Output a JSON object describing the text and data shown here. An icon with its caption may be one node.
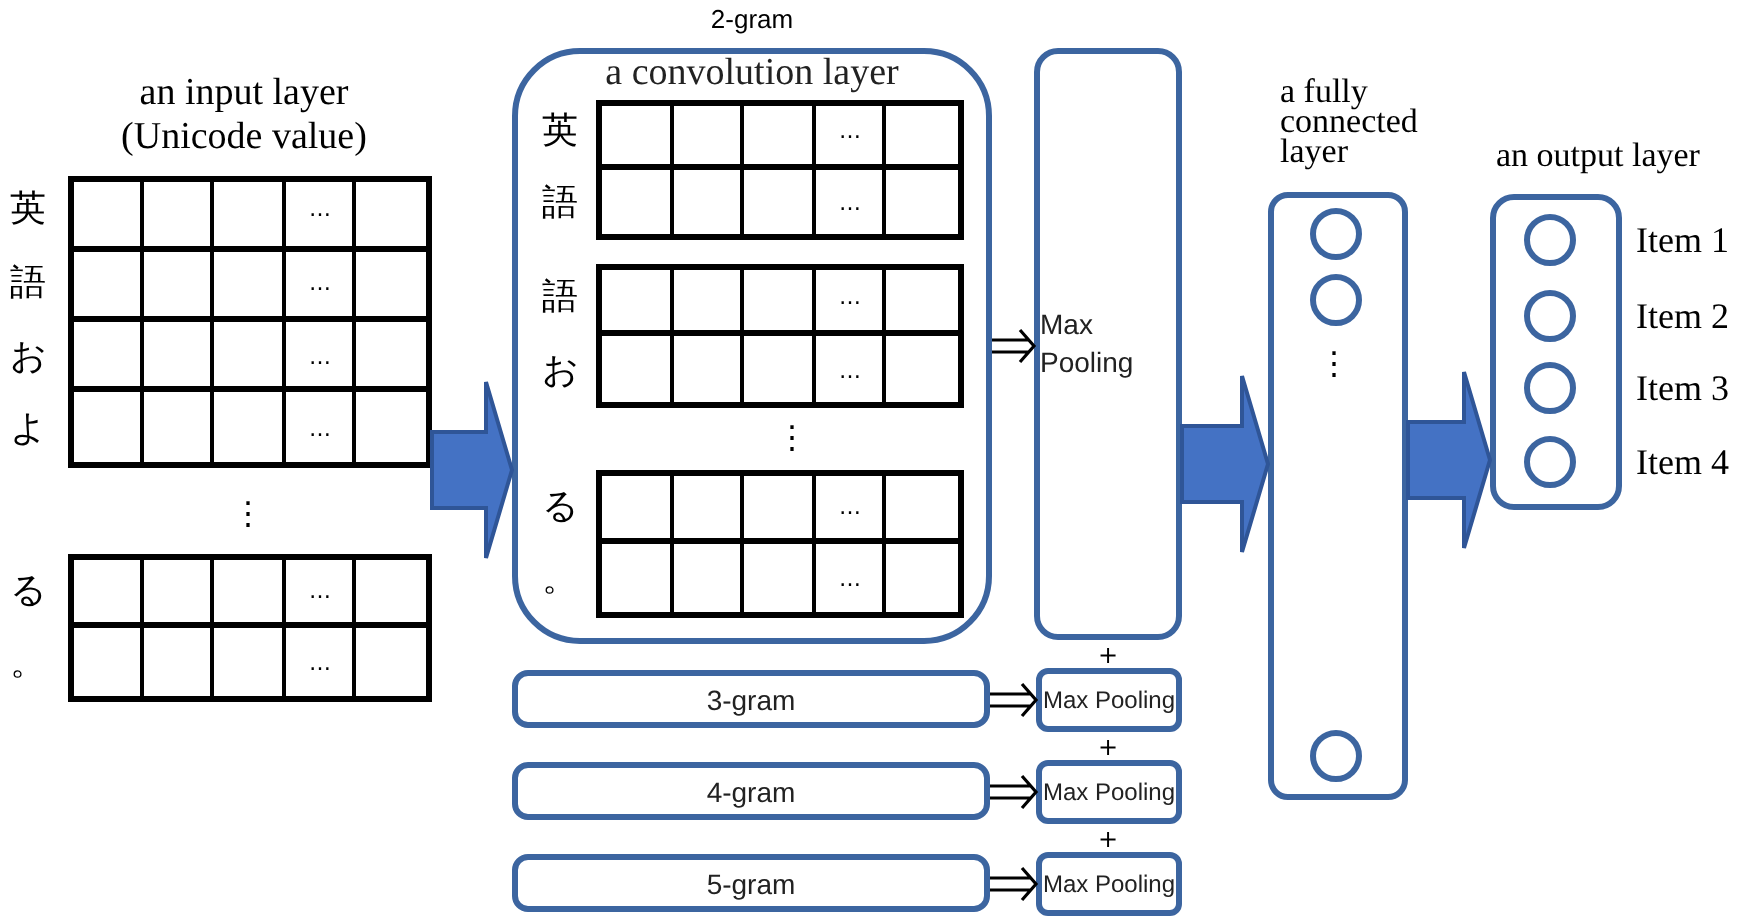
{
  "diagram": {
    "nodes": [
      {
        "text": [
          "an input layer (Unicode value)"
        ]
      },
      {
        "text": [
          "2-gram",
          "a convolution layer"
        ]
      },
      {
        "text": [
          "Max Pooling"
        ]
      },
      {
        "text": [
          "3-gram"
        ]
      },
      {
        "text": [
          "Max Pooling"
        ]
      },
      {
        "text": [
          "4-gram"
        ]
      },
      {
        "text": [
          "Max Pooling"
        ]
      },
      {
        "text": [
          "5-gram"
        ]
      },
      {
        "text": [
          "Max Pooling"
        ]
      },
      {
        "text": [
          "a fully connected layer"
        ]
      },
      {
        "text": [],
        "shape": "circle",
        "in": 9
      },
      {
        "text": [],
        "shape": "circle",
        "in": 9
      },
      {
        "text": [],
        "shape": "circle",
        "in": 9
      },
      {
        "text": [
          "an output layer"
        ]
      },
      {
        "text": [],
        "shape": "circle",
        "in": 13,
        "beside": [
          "Item 1"
        ]
      },
      {
        "text": [],
        "shape": "circle",
        "in": 13,
        "beside": [
          "Item 2"
        ]
      },
      {
        "text": [],
        "shape": "circle",
        "in": 13,
        "beside": [
          "Item 3"
        ]
      },
      {
        "text": [],
        "shape": "circle",
        "in": 13,
        "beside": [
          "Item 4"
        ]
      }
    ],
    "edges": [
      {
        "from": 0,
        "to": 1,
        "arrow": "to",
        "style": "thick",
        "color": "#4472c4"
      },
      {
        "from": 1,
        "to": 2,
        "arrow": "to"
      },
      {
        "from": 3,
        "to": 4,
        "arrow": "to"
      },
      {
        "from": 5,
        "to": 6,
        "arrow": "to"
      },
      {
        "from": 7,
        "to": 8,
        "arrow": "to"
      },
      {
        "from": 2,
        "to": 9,
        "arrow": "to",
        "style": "thick",
        "color": "#4472c4"
      },
      {
        "from": 9,
        "to": 13,
        "arrow": "to",
        "style": "thick",
        "color": "#4472c4"
      }
    ],
    "labels": [
      "英",
      "…",
      "語",
      "…",
      "お",
      "…",
      "よ",
      "…",
      "⋮",
      "る",
      "…",
      "。",
      "…",
      "英",
      "…",
      "語",
      "…",
      "語",
      "…",
      "お",
      "…",
      "⋮",
      "る",
      "…",
      "。",
      "…",
      "+",
      "+",
      "+",
      "⋮"
    ]
  }
}
